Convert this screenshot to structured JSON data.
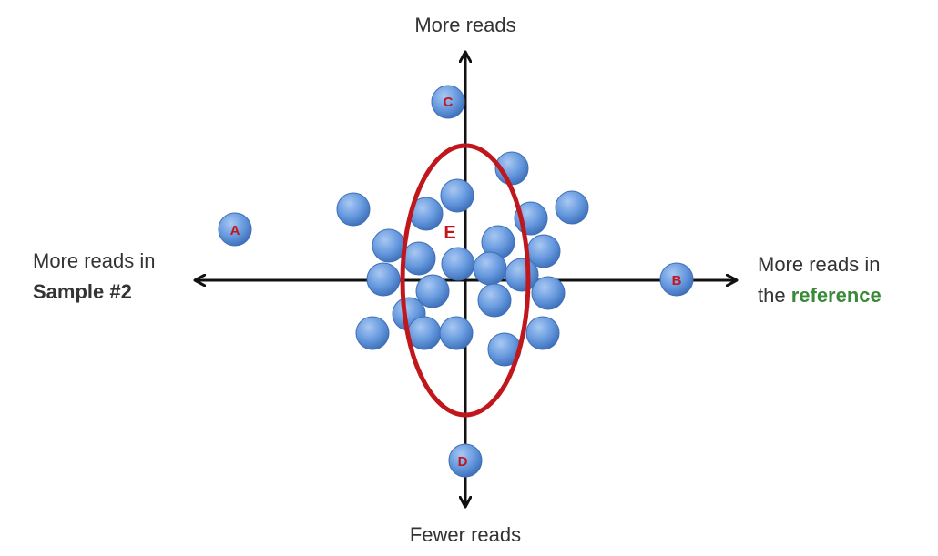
{
  "axes": {
    "top": "More reads",
    "bottom": "Fewer reads",
    "left_line1": "More reads in",
    "left_line2": "Sample #2",
    "right_line1": "More reads in",
    "right_line2_prefix": "the ",
    "right_line2_emphasis": "reference"
  },
  "points": {
    "a": "A",
    "b": "B",
    "c": "C",
    "d": "D",
    "e": "E"
  },
  "colors": {
    "point_fill": "#5b8fd6",
    "point_stroke": "#3f6fb5",
    "ellipse": "#c0171c",
    "point_label": "#c0171c",
    "reference_text": "#3a8a3a",
    "axis": "#111111"
  }
}
